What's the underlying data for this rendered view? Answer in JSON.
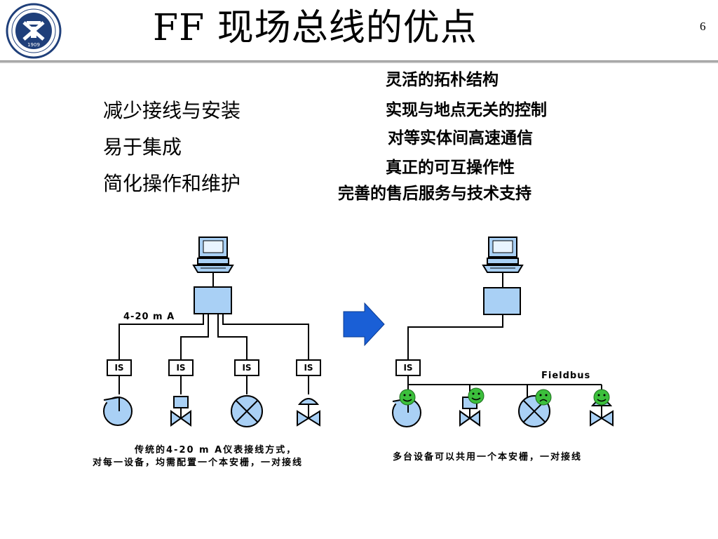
{
  "page": {
    "title": "FF 现场总线的优点",
    "page_number": "6"
  },
  "logo": {
    "year": "1909",
    "icon": "university-seal-icon"
  },
  "left_benefits": [
    "减少接线与安装",
    "易于集成",
    "简化操作和维护"
  ],
  "right_benefits": [
    "灵活的拓朴结构",
    "实现与地点无关的控制",
    "对等实体间高速通信",
    "真正的可互操作性",
    "完善的售后服务与技术支持"
  ],
  "diagram_left": {
    "signal_label": "4-20 m A",
    "is_label": "IS",
    "caption_line1": "传统的4-20 m A仪表接线方式，",
    "caption_line2": "对每一设备，均需配置一个本安栅，一对接线"
  },
  "diagram_right": {
    "bus_label": "Fieldbus",
    "is_label": "IS",
    "caption": "多台设备可以共用一个本安栅，一对接线"
  },
  "colors": {
    "device_fill": "#a9d0f5",
    "arrow": "#1a5fd6",
    "smiley": "#3cbf3c"
  }
}
